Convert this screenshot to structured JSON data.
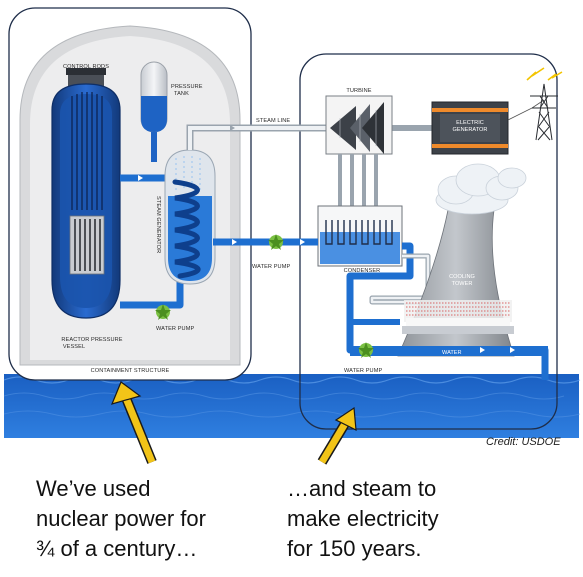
{
  "labels": {
    "control_rods": "CONTROL RODS",
    "pressure_tank_1": "PRESSURE",
    "pressure_tank_2": "TANK",
    "steam_generator": "STEAM GENERATOR",
    "reactor_vessel_1": "REACTOR PRESSURE",
    "reactor_vessel_2": "VESSEL",
    "water_pump_primary": "WATER PUMP",
    "containment": "CONTAINMENT STRUCTURE",
    "steam_line": "STEAM LINE",
    "turbine": "TURBINE",
    "generator_1": "ELECTRIC",
    "generator_2": "GENERATOR",
    "water_pump_mid": "WATER PUMP",
    "condenser": "CONDENSER",
    "cooling_tower_1": "COOLING",
    "cooling_tower_2": "TOWER",
    "water": "WATER",
    "water_pump_bottom": "WATER PUMP"
  },
  "credit": "Credit: USDOE",
  "captions": {
    "left": [
      "We’ve used",
      "nuclear power for",
      "¾ of a century…"
    ],
    "right": [
      "…and steam to",
      "make electricity",
      "for 150 years."
    ]
  },
  "colors": {
    "water": "#1e6fd0",
    "sea": "#1d66c8",
    "reactor": "#1a4fa0",
    "arrow": "#f2c418",
    "containment_fill": "#ececec"
  }
}
